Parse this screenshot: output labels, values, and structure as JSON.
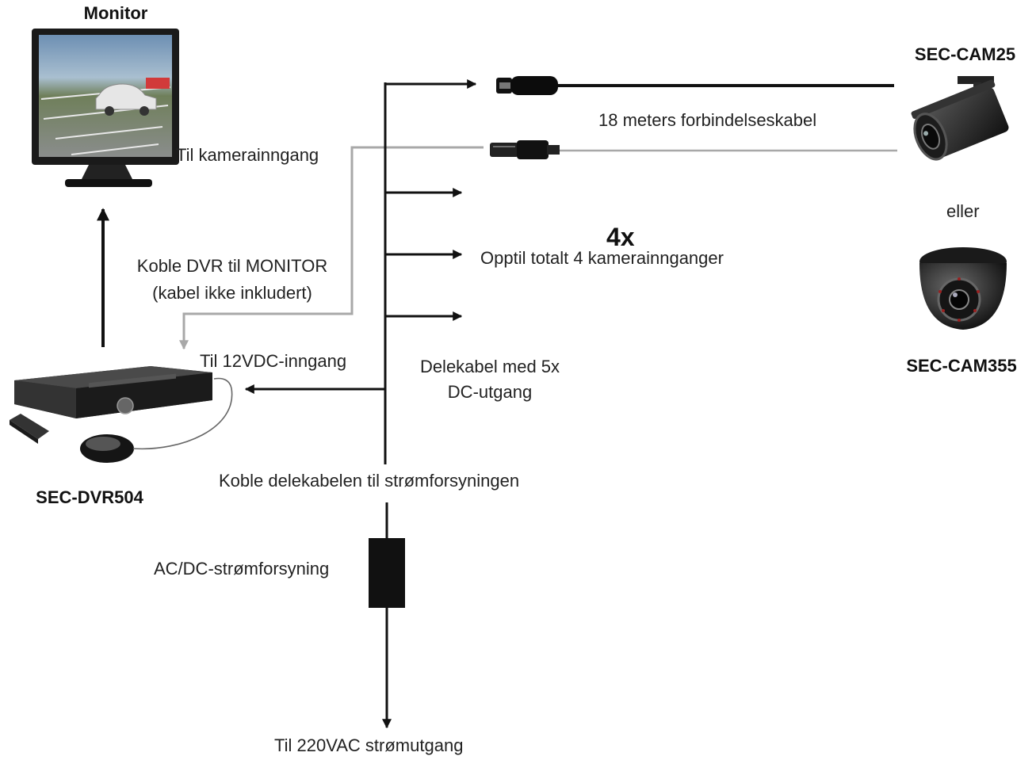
{
  "devices": {
    "monitor_label": "Monitor",
    "camera1_label": "SEC-CAM25",
    "camera2_label": "SEC-CAM355",
    "dvr_label": "SEC-DVR504"
  },
  "labels": {
    "to_camera_input": "Til kamerainngang",
    "connect_dvr_monitor_line1": "Koble DVR til MONITOR",
    "connect_dvr_monitor_line2": "(kabel ikke inkludert)",
    "to_12vdc_input": "Til 12VDC-inngang",
    "cable_18m": "18 meters forbindelseskabel",
    "or": "eller",
    "multiplier": "4x",
    "up_to_4_inputs": "Opptil totalt 4 kamerainnganger",
    "splitter_line1": "Delekabel med 5x",
    "splitter_line2": "DC-utgang",
    "connect_splitter_power": "Koble delekabelen til strømforsyningen",
    "acdc_power": "AC/DC-strømforsyning",
    "to_220vac": "Til 220VAC strømutgang"
  },
  "colors": {
    "power_line": "#111111",
    "video_line": "#a8a8a8"
  }
}
